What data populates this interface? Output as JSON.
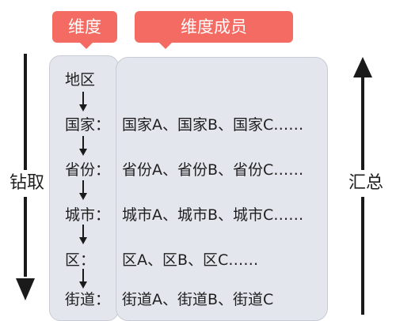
{
  "header": {
    "dimension": "维度",
    "members": "维度成员"
  },
  "side": {
    "drill": "钻取",
    "rollup": "汇总"
  },
  "levels": [
    {
      "dimension": "地区",
      "members": ""
    },
    {
      "dimension": "国家：",
      "members": "国家A、国家B、国家C……"
    },
    {
      "dimension": "省份：",
      "members": "省份A、省份B、省份C……"
    },
    {
      "dimension": "城市：",
      "members": "城市A、城市B、城市C……"
    },
    {
      "dimension": "区：",
      "members": "区A、区B、区C……"
    },
    {
      "dimension": "街道：",
      "members": "街道A、街道B、街道C"
    }
  ],
  "colors": {
    "tag": "#f46b63",
    "panel": "#e4e6ee",
    "arrow": "#1a1a1a"
  }
}
